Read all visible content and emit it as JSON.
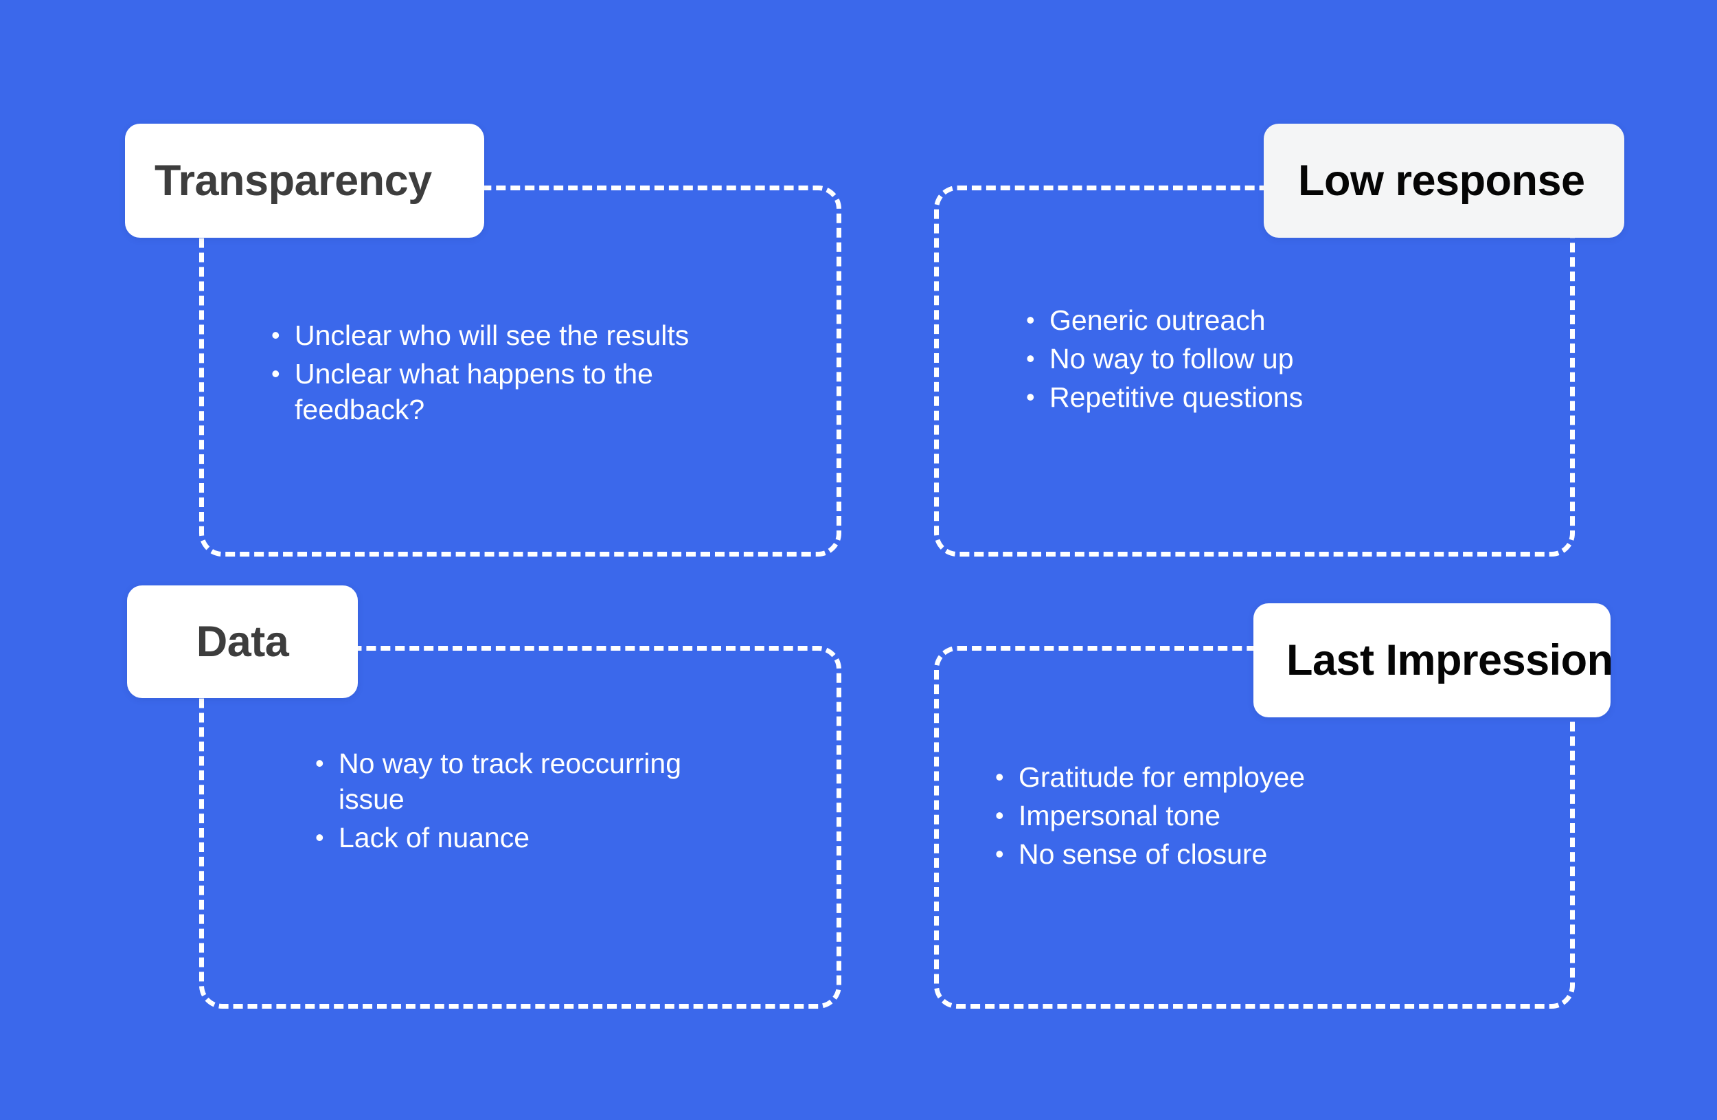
{
  "background_color": "#3b68eb",
  "quadrants": [
    {
      "id": "transparency",
      "title": "Transparency",
      "chip_background": "#ffffff",
      "chip_text_color": "#3d3d3d",
      "bullets": [
        "Unclear who will see the results",
        "Unclear what happens to the feedback?"
      ]
    },
    {
      "id": "low-response",
      "title": "Low response",
      "chip_background": "#f4f5f6",
      "chip_text_color": "#050505",
      "bullets": [
        "Generic outreach",
        "No way to follow up",
        "Repetitive questions"
      ]
    },
    {
      "id": "data",
      "title": "Data",
      "chip_background": "#ffffff",
      "chip_text_color": "#3d3d3d",
      "bullets": [
        "No way to track reoccurring issue",
        "Lack of nuance"
      ]
    },
    {
      "id": "last-impression",
      "title": "Last Impression",
      "chip_background": "#ffffff",
      "chip_text_color": "#050505",
      "bullets": [
        "Gratitude for employee",
        "Impersonal tone",
        "No sense of closure"
      ]
    }
  ]
}
